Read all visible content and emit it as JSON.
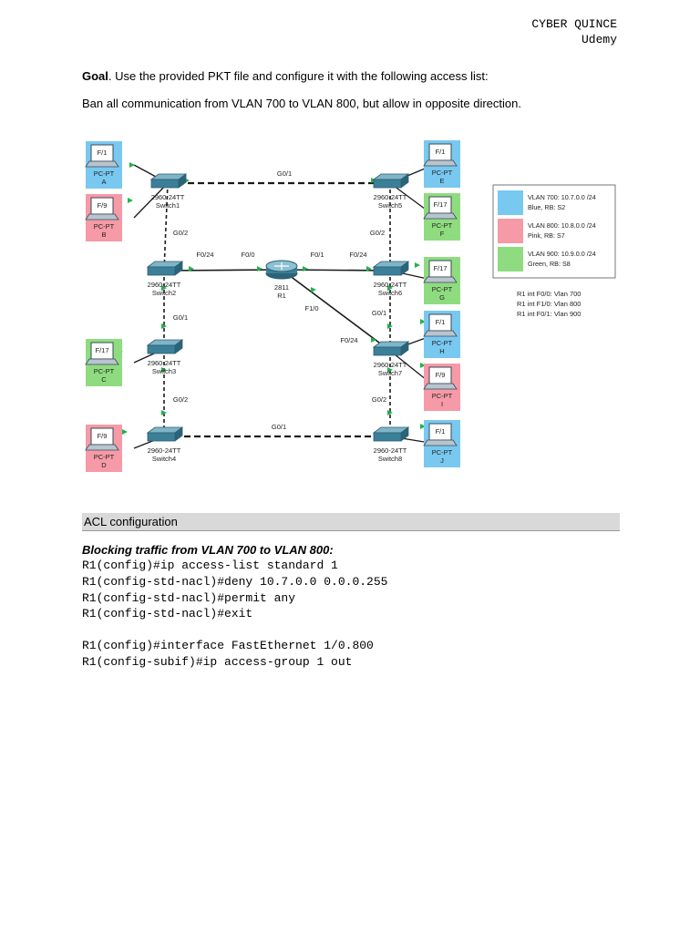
{
  "header": {
    "line1": "CYBER QUINCE",
    "line2": "Udemy"
  },
  "goal": {
    "label": "Goal",
    "text": ". Use the provided PKT file and configure it with the following access list:"
  },
  "description": "Ban all communication from VLAN 700 to VLAN 800, but allow in opposite direction.",
  "colors": {
    "blue": "#79c8f0",
    "pink": "#f59aa6",
    "green": "#8fdc80",
    "link": "#1a1a1a",
    "arrow": "#22b14c"
  },
  "diagram": {
    "pcs": [
      {
        "id": "A",
        "port": "F/1",
        "type": "PC-PT",
        "vlan": "blue"
      },
      {
        "id": "B",
        "port": "F/9",
        "type": "PC-PT",
        "vlan": "pink"
      },
      {
        "id": "C",
        "port": "F/17",
        "type": "PC-PT",
        "vlan": "green"
      },
      {
        "id": "D",
        "port": "F/9",
        "type": "PC-PT",
        "vlan": "pink"
      },
      {
        "id": "E",
        "port": "F/1",
        "type": "PC-PT",
        "vlan": "blue"
      },
      {
        "id": "F",
        "port": "F/17",
        "type": "PC-PT",
        "vlan": "green"
      },
      {
        "id": "G",
        "port": "F/17",
        "type": "PC-PT",
        "vlan": "green"
      },
      {
        "id": "H",
        "port": "F/1",
        "type": "PC-PT",
        "vlan": "blue"
      },
      {
        "id": "I",
        "port": "F/9",
        "type": "PC-PT",
        "vlan": "pink"
      },
      {
        "id": "J",
        "port": "F/1",
        "type": "PC-PT",
        "vlan": "blue"
      }
    ],
    "switches": [
      {
        "model": "2960-24TT",
        "name": "Switch1"
      },
      {
        "model": "2960-24TT",
        "name": "Switch2"
      },
      {
        "model": "2960-24TT",
        "name": "Switch3"
      },
      {
        "model": "2960-24TT",
        "name": "Switch4"
      },
      {
        "model": "2960-24TT",
        "name": "Switch5"
      },
      {
        "model": "2960-24TT",
        "name": "Switch6"
      },
      {
        "model": "2960-24TT",
        "name": "Switch7"
      },
      {
        "model": "2960-24TT",
        "name": "Switch8"
      }
    ],
    "router": {
      "model": "2811",
      "name": "R1"
    },
    "link_labels": [
      "G0/1",
      "G0/2",
      "F0/24",
      "F0/0",
      "F0/1",
      "F0/24",
      "G0/2",
      "F1/0",
      "G0/1",
      "G0/1",
      "F0/24",
      "G0/2",
      "G0/2",
      "G0/1"
    ],
    "legend": [
      {
        "color": "blue",
        "line1": "VLAN 700: 10.7.0.0 /24",
        "line2": "Blue, RB: S2"
      },
      {
        "color": "pink",
        "line1": "VLAN 800: 10.8.0.0 /24",
        "line2": "Pink, RB: S7"
      },
      {
        "color": "green",
        "line1": "VLAN 900: 10.9.0.0 /24",
        "line2": "Green, RB: S8"
      }
    ],
    "router_ifaces": [
      "R1 int F0/0: Vlan 700",
      "R1 int F1/0: Vlan 800",
      "R1 int F0/1: Vlan 900"
    ]
  },
  "section": {
    "title": "ACL configuration"
  },
  "subsection": {
    "title": "Blocking traffic from VLAN 700 to VLAN 800:"
  },
  "code": [
    "R1(config)#ip access-list standard 1",
    "R1(config-std-nacl)#deny 10.7.0.0 0.0.0.255",
    "R1(config-std-nacl)#permit any",
    "R1(config-std-nacl)#exit",
    "R1(config)#interface FastEthernet 1/0.800",
    "R1(config-subif)#ip access-group 1 out"
  ]
}
